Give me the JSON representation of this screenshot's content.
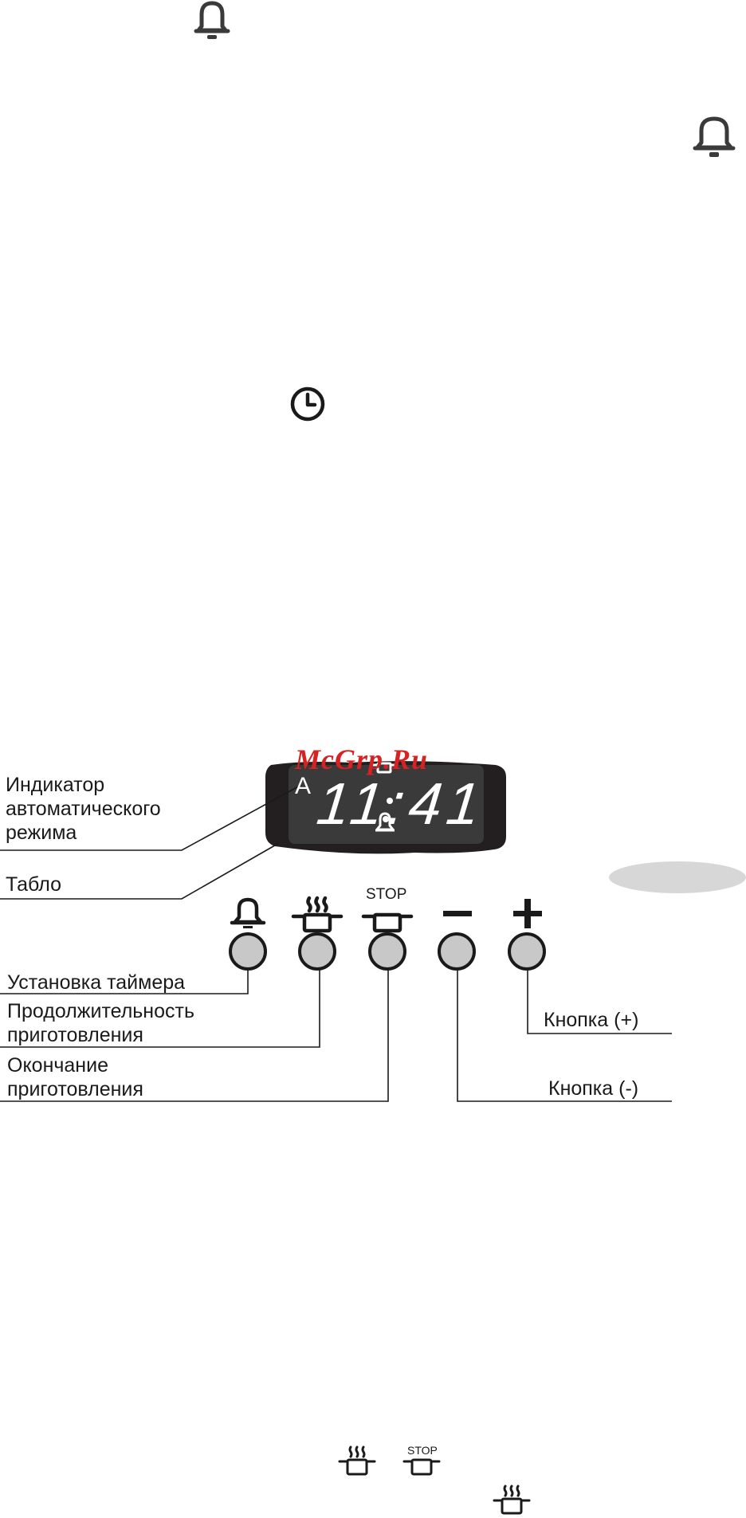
{
  "watermark": "McGrp.Ru",
  "display": {
    "time": "11:41",
    "mode_letter": "A"
  },
  "callouts": {
    "auto_indicator": [
      "Индикатор",
      "автоматического",
      "режима"
    ],
    "display_label": "Табло",
    "timer_set": "Установка таймера",
    "duration": [
      "Продолжительность",
      "приготовления"
    ],
    "end_of_cooking": [
      "Окончание",
      "приготовления"
    ],
    "plus_button": "Кнопка (+)",
    "minus_button": "Кнопка (-)"
  },
  "icons": {
    "stop_text": "STOP",
    "top_bell_1": "bell-icon",
    "top_bell_2": "bell-icon",
    "clock": "clock-icon",
    "bottom_icons": [
      "cooking-pot-icon",
      "stop-pot-icon",
      "cooking-pot-icon"
    ]
  },
  "colors": {
    "panel": "#231f20",
    "screen": "#3a3a3a",
    "button": "#c8c8c8",
    "watermark": "#d62222",
    "badge": "#d7d7d7"
  }
}
